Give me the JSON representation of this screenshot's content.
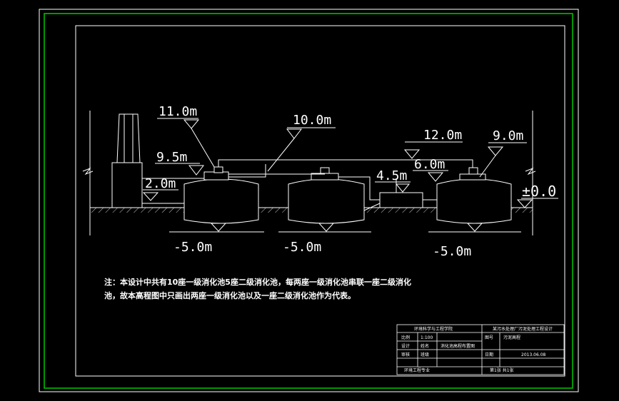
{
  "elevations": {
    "e1": "11.0m",
    "e2": "10.0m",
    "e3": "12.0m",
    "e4": "9.0m",
    "e5": "9.5m",
    "e6": "2.0m",
    "e7": "4.5m",
    "e8": "6.0m",
    "e9": "±0.0",
    "e10": "-5.0m",
    "e11": "-5.0m",
    "e12": "-5.0m"
  },
  "note": {
    "line1": "注：本设计中共有10座一级消化池5座二级消化池，每两座一级消化池串联一座二级消化",
    "line2": "池，故本高程图中只画出两座一级消化池以及一座二级消化池作为代表。"
  },
  "title_block": {
    "school": "环境科学与工程学院",
    "project": "某污水处理厂污泥处理工程设计",
    "scale_label": "比例",
    "scale_value": "1:100",
    "drawn_label": "设计",
    "checked_label": "审核",
    "sheet_label": "图号",
    "sheet_value": "污泥高程",
    "date_label": "日期",
    "date_value": "2013.06.08",
    "name_label": "姓名",
    "class_label": "班级",
    "drawing_name": "消化池高程布置图",
    "footer_left": "环境工程专业",
    "footer_right": "第1张 共1张"
  },
  "colors": {
    "frame": "#00c800",
    "lines": "#ffffff",
    "background": "#000000"
  }
}
